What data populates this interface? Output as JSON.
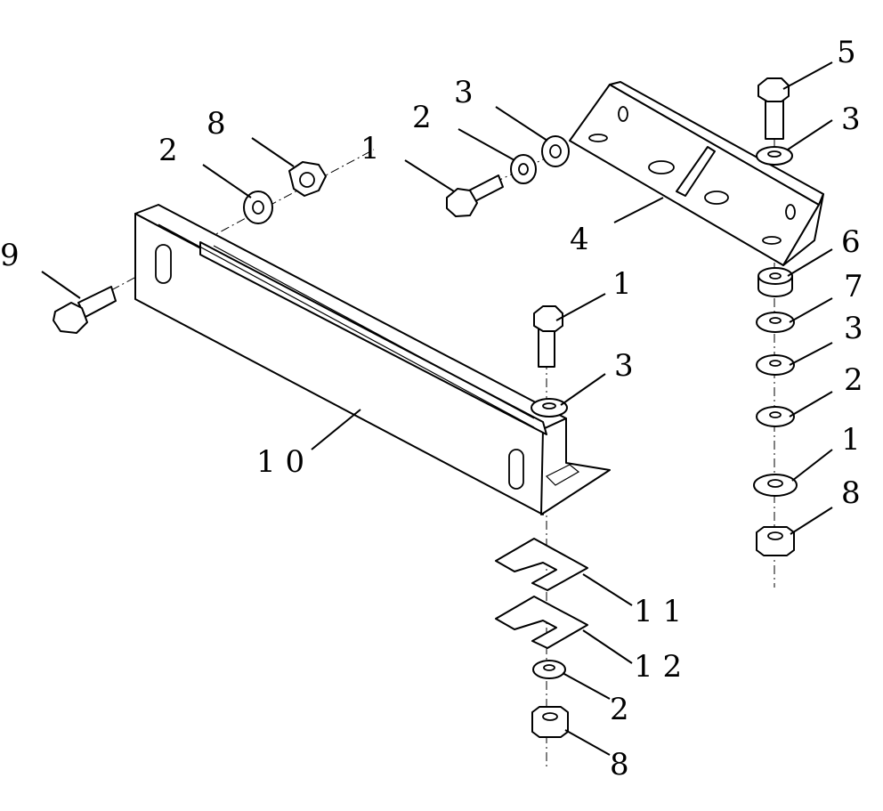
{
  "callouts": [
    {
      "id": "c1",
      "text": "5"
    },
    {
      "id": "c2",
      "text": "3"
    },
    {
      "id": "c3",
      "text": "3"
    },
    {
      "id": "c4",
      "text": "2"
    },
    {
      "id": "c5",
      "text": "8"
    },
    {
      "id": "c6",
      "text": "2"
    },
    {
      "id": "c7",
      "text": "1"
    },
    {
      "id": "c8",
      "text": "9"
    },
    {
      "id": "c9",
      "text": "4"
    },
    {
      "id": "c10",
      "text": "6"
    },
    {
      "id": "c11",
      "text": "1"
    },
    {
      "id": "c12",
      "text": "7"
    },
    {
      "id": "c13",
      "text": "3"
    },
    {
      "id": "c14",
      "text": "3"
    },
    {
      "id": "c15",
      "text": "2"
    },
    {
      "id": "c16",
      "text": "1"
    },
    {
      "id": "c17",
      "text": "1 0"
    },
    {
      "id": "c18",
      "text": "8"
    },
    {
      "id": "c19",
      "text": "1 1"
    },
    {
      "id": "c20",
      "text": "1 2"
    },
    {
      "id": "c21",
      "text": "2"
    },
    {
      "id": "c22",
      "text": "8"
    }
  ]
}
